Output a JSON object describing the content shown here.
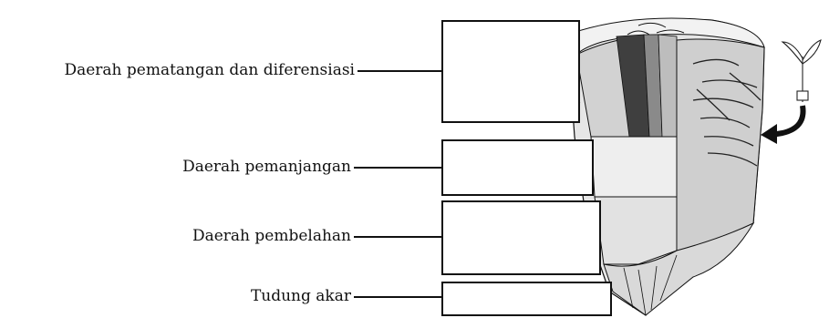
{
  "labels": {
    "maturation": "Daerah pematangan dan diferensiasi",
    "elongation": "Daerah pemanjangan",
    "division": "Daerah pembelahan",
    "root_cap": "Tudung akar"
  },
  "colors": {
    "line": "#111111",
    "cortex": "#d6d6d6",
    "epidermis": "#e4e4e4",
    "stele_dark": "#4a4a4a",
    "stele_mid": "#8c8c8c",
    "cap": "#dcdcdc",
    "arrow": "#222222"
  }
}
